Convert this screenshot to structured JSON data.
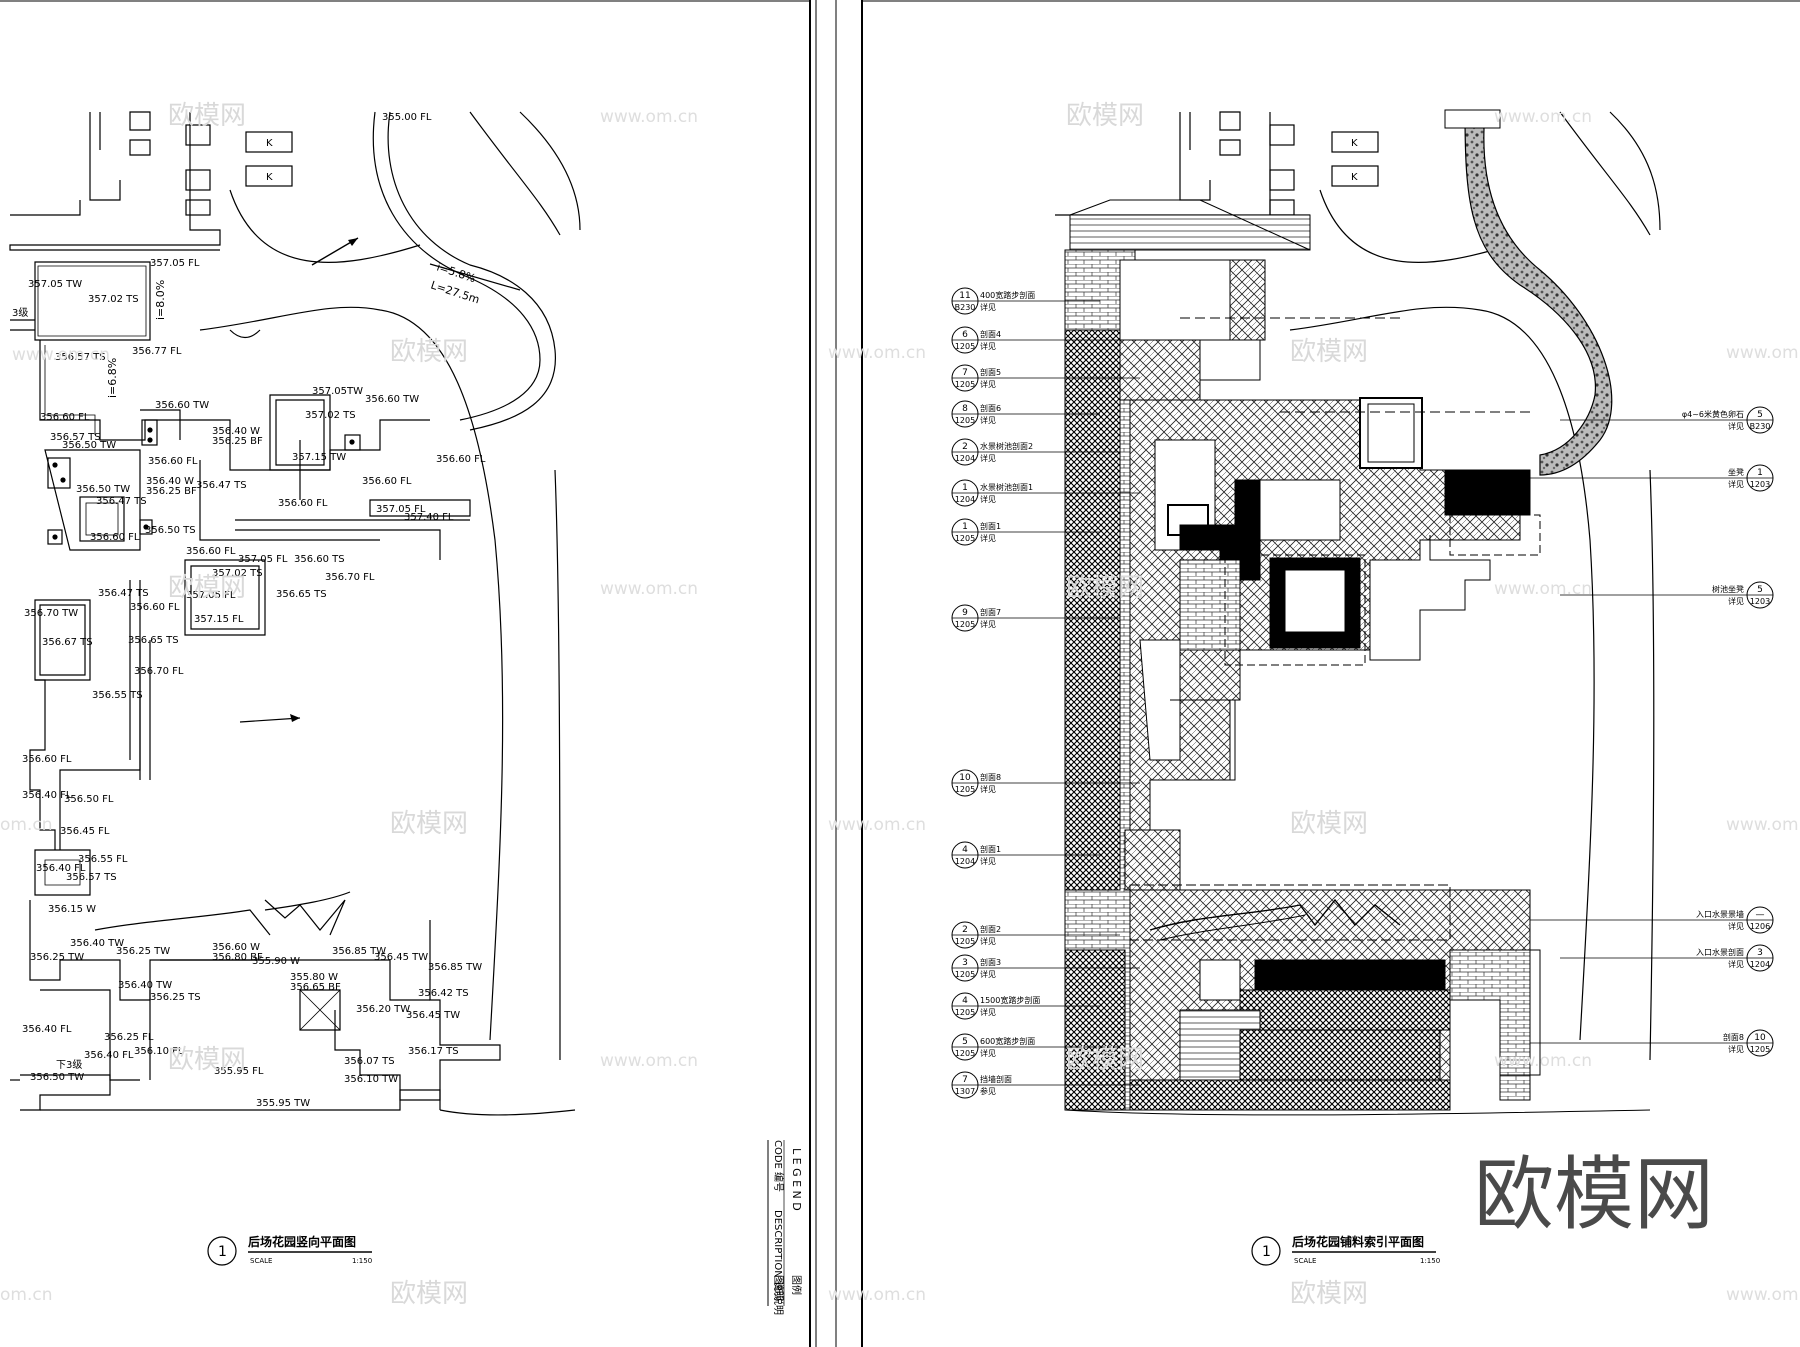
{
  "left_sheet": {
    "title": "后场花园竖向平面图",
    "number": "1",
    "scale_label": "SCALE",
    "scale_value": "1:150",
    "elevations": [
      "355.00 FL",
      "357.05 TW",
      "357.02 TS",
      "357.05 FL",
      "356.77 FL",
      "356.57 TS",
      "356.60 TW",
      "357.05TW",
      "357.02 TS",
      "356.60 TW",
      "356.60 FL",
      "356.57 TS",
      "356.50 TW",
      "356.40 W",
      "356.25 BF",
      "356.60 FL",
      "357.15 TW",
      "356.60 FL",
      "356.40 W",
      "356.25 BF",
      "356.47 TS",
      "356.50 TW",
      "356.47 TS",
      "356.60 FL",
      "357.05 FL",
      "357.40 FL",
      "356.60 FL",
      "356.60 FL",
      "356.50 TS",
      "356.60 FL",
      "357.05 FL",
      "356.60 TS",
      "357.02 TS",
      "356.70 FL",
      "356.47 TS",
      "357.05 FL",
      "356.65 TS",
      "356.70 TW",
      "356.60 FL",
      "357.15 FL",
      "356.67 TS",
      "356.65 TS",
      "356.70 FL",
      "356.55 TS",
      "356.60 FL",
      "356.40 FL",
      "356.50 FL",
      "356.45 FL",
      "356.55 FL",
      "356.40 FL",
      "356.57 TS",
      "356.15 W",
      "356.40 TW",
      "356.25 TW",
      "356.25 TW",
      "356.60 W",
      "356.80 BF",
      "355.90 W",
      "356.85 TW",
      "356.45 TW",
      "356.85 TW",
      "356.40 TW",
      "356.25 TS",
      "355.80 W",
      "356.65 BF",
      "356.42 TS",
      "356.20 TW",
      "356.45 TW",
      "356.40 FL",
      "356.25 FL",
      "356.40 FL",
      "356.10 FL",
      "356.17 TS",
      "356.50 TW",
      "355.95 FL",
      "356.07 TS",
      "356.10 TW",
      "355.95 TW"
    ],
    "slope_1": "i=5.8%",
    "slope_2": "L=27.5m",
    "slope_3": "i=8.0%",
    "slope_4": "i=6.8%",
    "stair_note": "下3级",
    "step_note": "3级",
    "key_marks": [
      "K",
      "K"
    ]
  },
  "legend": {
    "title": "L E G E N D",
    "code_label": "CODE 编号",
    "desc_label": "DESCRIPTION 说明",
    "legend_cn": "图例",
    "empty_cn": "图纸说明"
  },
  "right_sheet": {
    "title": "后场花园铺料索引平面图",
    "number": "1",
    "scale_label": "SCALE",
    "scale_value": "1:150",
    "key_marks": [
      "K",
      "K"
    ],
    "left_callouts": [
      {
        "num": "11",
        "sheet": "B230",
        "text": "400宽踏步剖面",
        "ref": "详见"
      },
      {
        "num": "6",
        "sheet": "1205",
        "text": "剖面4",
        "ref": "详见"
      },
      {
        "num": "7",
        "sheet": "1205",
        "text": "剖面5",
        "ref": "详见"
      },
      {
        "num": "8",
        "sheet": "1205",
        "text": "剖面6",
        "ref": "详见"
      },
      {
        "num": "2",
        "sheet": "1204",
        "text": "水景树池剖面2",
        "ref": "详见"
      },
      {
        "num": "1",
        "sheet": "1204",
        "text": "水景树池剖面1",
        "ref": "详见"
      },
      {
        "num": "1",
        "sheet": "1205",
        "text": "剖面1",
        "ref": "详见"
      },
      {
        "num": "9",
        "sheet": "1205",
        "text": "剖面7",
        "ref": "详见"
      },
      {
        "num": "10",
        "sheet": "1205",
        "text": "剖面8",
        "ref": "详见"
      },
      {
        "num": "4",
        "sheet": "1204",
        "text": "剖面1",
        "ref": "详见"
      },
      {
        "num": "2",
        "sheet": "1205",
        "text": "剖面2",
        "ref": "详见"
      },
      {
        "num": "3",
        "sheet": "1205",
        "text": "剖面3",
        "ref": "详见"
      },
      {
        "num": "4",
        "sheet": "1205",
        "text": "1500宽踏步剖面",
        "ref": "详见"
      },
      {
        "num": "5",
        "sheet": "1205",
        "text": "600宽踏步剖面",
        "ref": "详见"
      },
      {
        "num": "7",
        "sheet": "1307",
        "text": "挡墙剖面",
        "ref": "参见"
      }
    ],
    "right_callouts": [
      {
        "num": "5",
        "sheet": "B230",
        "text": "φ4~6米黄色卵石",
        "ref": "详见"
      },
      {
        "num": "1",
        "sheet": "1203",
        "text": "坐凳",
        "ref": "详见"
      },
      {
        "num": "5",
        "sheet": "1203",
        "text": "树池坐凳",
        "ref": "详见"
      },
      {
        "num": "—",
        "sheet": "1206",
        "text": "入口水景景墙",
        "ref": "详见"
      },
      {
        "num": "3",
        "sheet": "1204",
        "text": "入口水景剖面",
        "ref": "详见"
      },
      {
        "num": "10",
        "sheet": "1205",
        "text": "剖面8",
        "ref": "详见"
      }
    ]
  },
  "watermarks": {
    "brand": "欧模网",
    "url": "www.om.cn",
    "url_cut": "om.cn"
  }
}
